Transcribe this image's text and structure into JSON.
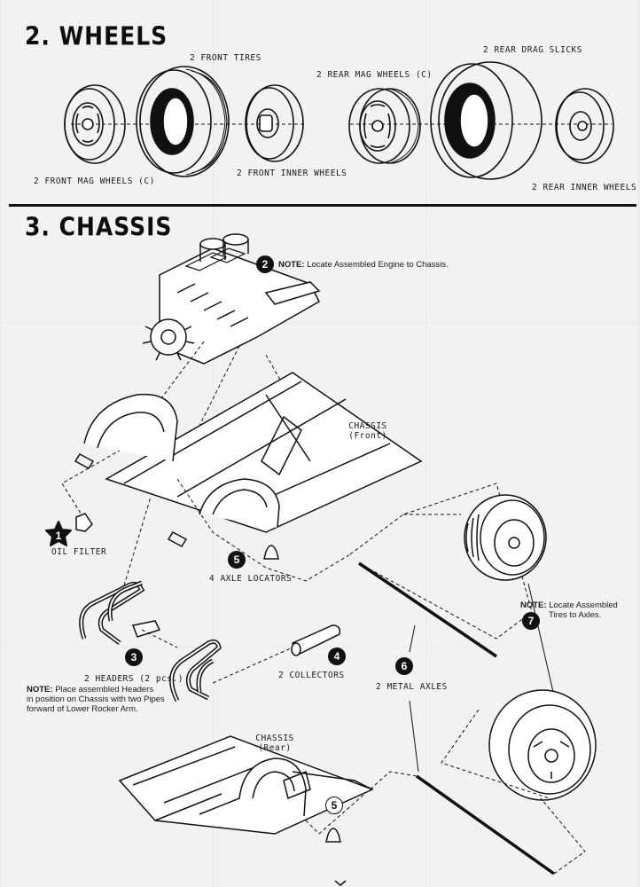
{
  "sections": {
    "wheels": {
      "title": "2. WHEELS"
    },
    "chassis": {
      "title": "3. CHASSIS"
    }
  },
  "wheels_labels": {
    "front_tires": "2 FRONT TIRES",
    "front_mag_wheels": "2 FRONT MAG WHEELS (C)",
    "front_inner_wheels": "2 FRONT INNER WHEELS",
    "rear_mag_wheels": "2 REAR MAG WHEELS (C)",
    "rear_drag_slicks": "2 REAR DRAG SLICKS",
    "rear_inner_wheels": "2 REAR INNER WHEELS"
  },
  "chassis_labels": {
    "step2_number": "2",
    "step2_note_bold": "NOTE:",
    "step2_note_text": "Locate Assembled Engine to Chassis.",
    "chassis_front_line1": "CHASSIS",
    "chassis_front_line2": "(Front)",
    "step1_number": "1",
    "oil_filter": "OIL FILTER",
    "step5_number": "5",
    "axle_locators": "4 AXLE LOCATORS",
    "step7_number": "7",
    "step7_note_bold": "NOTE:",
    "step7_note_line1": "Locate Assembled",
    "step7_note_line2": "Tires to Axles.",
    "step3_number": "3",
    "headers": "2 HEADERS (2 pcs.)",
    "headers_note_bold": "NOTE:",
    "headers_note_line1": "Place assembled Headers",
    "headers_note_line2": "in position on Chassis with two Pipes",
    "headers_note_line3": "forward of Lower Rocker Arm.",
    "step4_number": "4",
    "collectors": "2 COLLECTORS",
    "step6_number": "6",
    "metal_axles": "2 METAL AXLES",
    "chassis_rear_line1": "CHASSIS",
    "chassis_rear_line2": "(Rear)",
    "step5b_number": "5"
  }
}
